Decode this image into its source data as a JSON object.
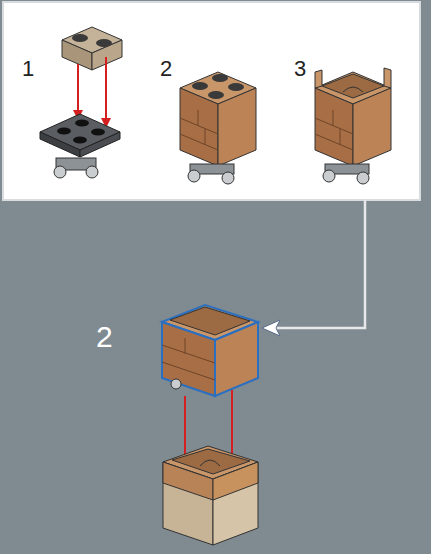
{
  "diagram": {
    "labels": [
      "1",
      "2",
      "3",
      "2"
    ]
  }
}
